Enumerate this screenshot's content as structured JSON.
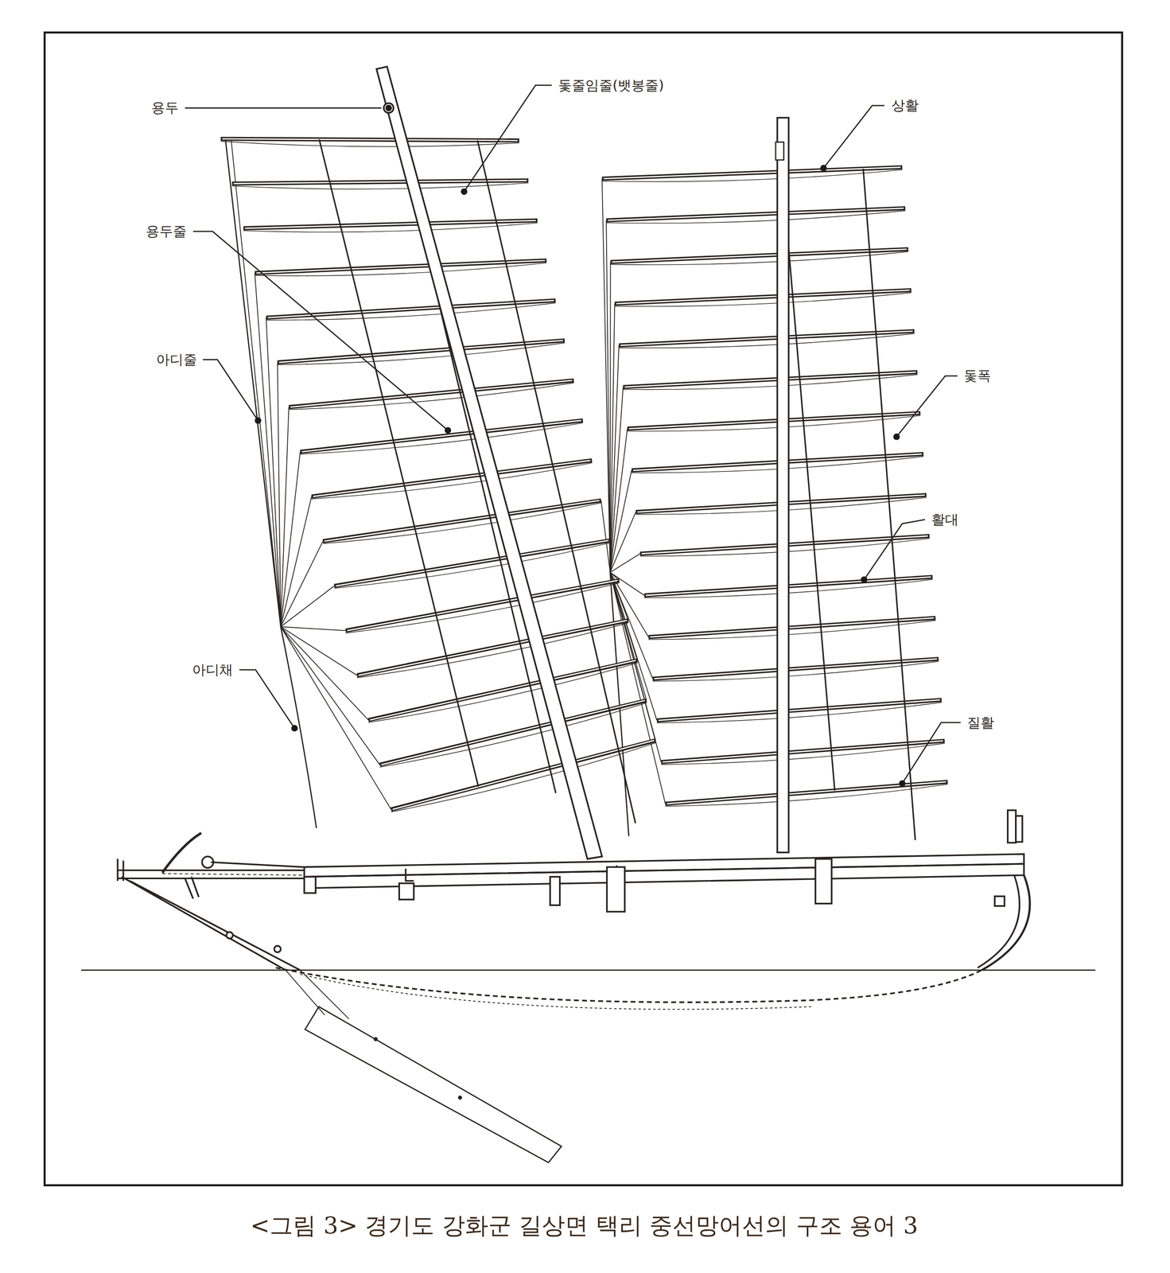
{
  "diagram": {
    "caption": "<그림 3> 경기도 강화군 길상면 택리 중선망어선의 구조 용어 3",
    "labels": [
      "용두",
      "돛줄임줄(뱃봉줄)",
      "상활",
      "용두줄",
      "아디줄",
      "돛폭",
      "활대",
      "아디채",
      "질활"
    ]
  }
}
